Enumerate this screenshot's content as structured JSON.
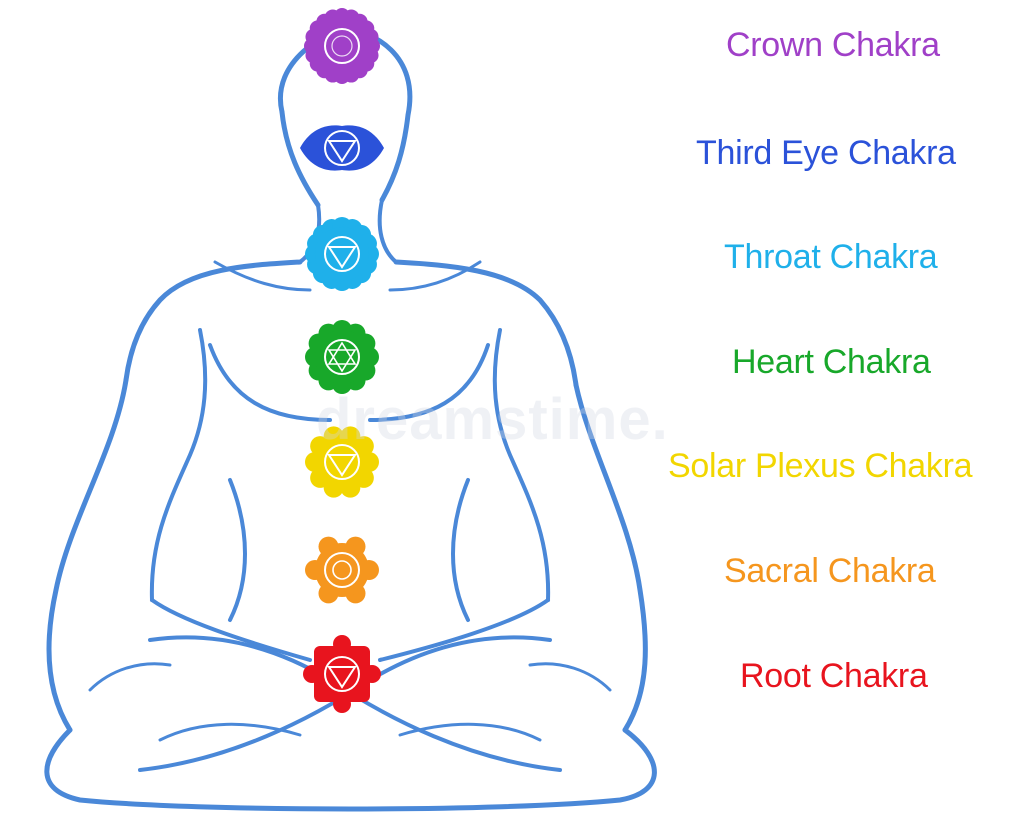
{
  "watermark": "dreamstime.",
  "chakras": [
    {
      "id": "crown",
      "label": "Crown Chakra",
      "color": "#a040c8"
    },
    {
      "id": "third-eye",
      "label": "Third Eye Chakra",
      "color": "#2b52d9"
    },
    {
      "id": "throat",
      "label": "Throat Chakra",
      "color": "#1fb0ea"
    },
    {
      "id": "heart",
      "label": "Heart Chakra",
      "color": "#18a82a"
    },
    {
      "id": "solar-plexus",
      "label": "Solar Plexus Chakra",
      "color": "#f2d600"
    },
    {
      "id": "sacral",
      "label": "Sacral Chakra",
      "color": "#f5961e"
    },
    {
      "id": "root",
      "label": "Root Chakra",
      "color": "#e8141e"
    }
  ],
  "body_outline_color": "#4a88d8"
}
